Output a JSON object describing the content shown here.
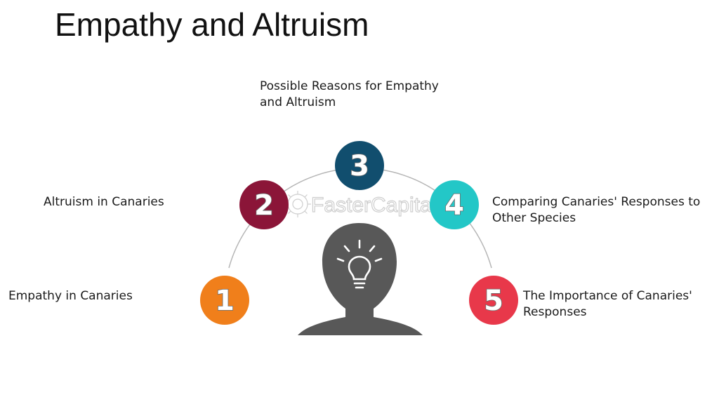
{
  "title": "Empathy and Altruism",
  "steps": [
    {
      "number": "1",
      "label": "Empathy in Canaries",
      "color": "#f07f1b"
    },
    {
      "number": "2",
      "label": "Altruism in Canaries",
      "color": "#8b1538"
    },
    {
      "number": "3",
      "label": "Possible Reasons for Empathy and Altruism",
      "color": "#114e6e"
    },
    {
      "number": "4",
      "label": "Comparing Canaries' Responses to Other Species",
      "color": "#23c7c7"
    },
    {
      "number": "5",
      "label": "The Importance of Canaries' Responses",
      "color": "#e8384a"
    }
  ],
  "watermark": "FasterCapital",
  "icons": {
    "head": "human-head-silhouette-icon",
    "bulb": "lightbulb-idea-icon"
  },
  "colors": {
    "head": "#585858",
    "arc": "#b5b5b5"
  }
}
